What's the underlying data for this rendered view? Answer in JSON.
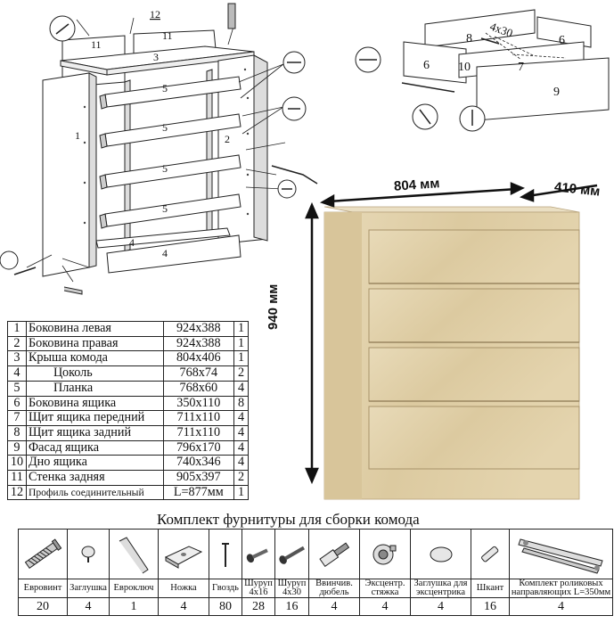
{
  "diagram": {
    "callouts": [
      "12",
      "11",
      "11",
      "3",
      "5",
      "5",
      "5",
      "5",
      "1",
      "2",
      "4",
      "4"
    ],
    "drawer_callouts": [
      "8",
      "4x30",
      "6",
      "6",
      "10",
      "7",
      "9"
    ],
    "dimensions": {
      "width": "804 мм",
      "depth": "410 мм",
      "height": "940 мм"
    }
  },
  "parts": [
    {
      "num": "1",
      "name": "Боковина левая",
      "size": "924х388",
      "qty": "1"
    },
    {
      "num": "2",
      "name": "Боковина правая",
      "size": "924х388",
      "qty": "1"
    },
    {
      "num": "3",
      "name": "Крыша комода",
      "size": "804х406",
      "qty": "1"
    },
    {
      "num": "4",
      "name": "Цоколь",
      "size": "768х74",
      "qty": "2"
    },
    {
      "num": "5",
      "name": "Планка",
      "size": "768х60",
      "qty": "4"
    },
    {
      "num": "6",
      "name": "Боковина ящика",
      "size": "350х110",
      "qty": "8"
    },
    {
      "num": "7",
      "name": "Щит ящика передний",
      "size": "711х110",
      "qty": "4"
    },
    {
      "num": "8",
      "name": "Щит ящика задний",
      "size": "711х110",
      "qty": "4"
    },
    {
      "num": "9",
      "name": "Фасад ящика",
      "size": "796х170",
      "qty": "4"
    },
    {
      "num": "10",
      "name": "Дно ящика",
      "size": "740х346",
      "qty": "4"
    },
    {
      "num": "11",
      "name": "Стенка задняя",
      "size": "905х397",
      "qty": "2"
    },
    {
      "num": "12",
      "name": "Профиль соединительный",
      "size": "L=877мм",
      "qty": "1"
    }
  ],
  "hardware": {
    "title": "Комплект фурнитуры для сборки комода",
    "items": [
      {
        "icon": "eurovint-icon",
        "label": [
          "Евровинт"
        ],
        "qty": "20"
      },
      {
        "icon": "cap-icon",
        "label": [
          "Заглушка"
        ],
        "qty": "4"
      },
      {
        "icon": "hex-key-icon",
        "label": [
          "Евроключ"
        ],
        "qty": "1"
      },
      {
        "icon": "foot-icon",
        "label": [
          "Ножка"
        ],
        "qty": "4"
      },
      {
        "icon": "nail-icon",
        "label": [
          "Гвоздь"
        ],
        "qty": "80"
      },
      {
        "icon": "screw-small-icon",
        "label": [
          "Шуруп",
          "4х16"
        ],
        "qty": "28"
      },
      {
        "icon": "screw-large-icon",
        "label": [
          "Шуруп",
          "4х30"
        ],
        "qty": "16"
      },
      {
        "icon": "dowel-icon",
        "label": [
          "Ввинчив.",
          "дюбель"
        ],
        "qty": "4"
      },
      {
        "icon": "eccentric-icon",
        "label": [
          "Эксцентр.",
          "стяжка"
        ],
        "qty": "4"
      },
      {
        "icon": "eccentric-cap-icon",
        "label": [
          "Заглушка для",
          "эксцентрика"
        ],
        "qty": "4"
      },
      {
        "icon": "shkant-icon",
        "label": [
          "Шкант"
        ],
        "qty": "16"
      },
      {
        "icon": "roller-guides-icon",
        "label": [
          "Комплект роликовых",
          "направляющих L=350мм"
        ],
        "qty": "4"
      }
    ]
  },
  "colors": {
    "wood": "#e3d3ae",
    "wood_dark": "#cbb68c",
    "line": "#222222"
  }
}
